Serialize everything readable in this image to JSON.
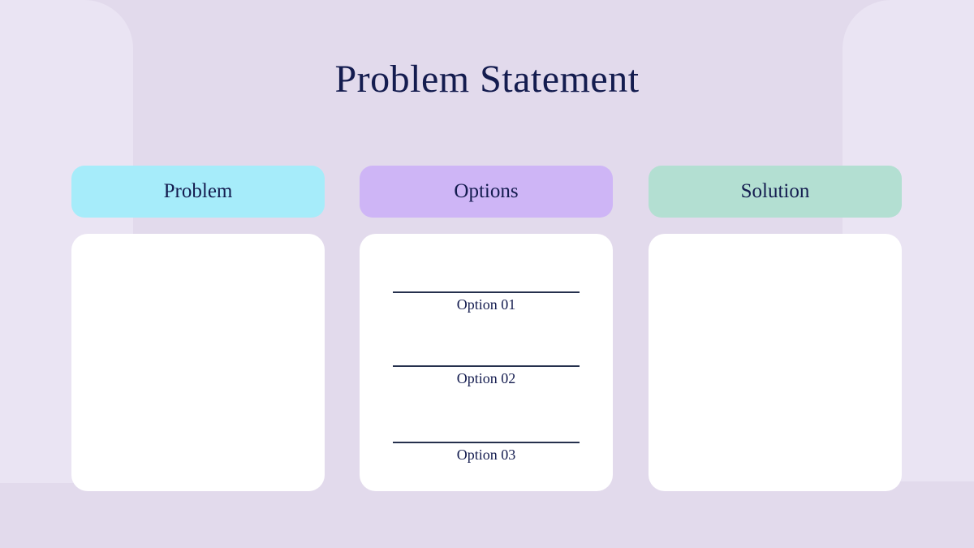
{
  "slide": {
    "title": "Problem Statement"
  },
  "columns": [
    {
      "name": "problem",
      "header_label": "Problem",
      "header_color": "#A6ECFA"
    },
    {
      "name": "options",
      "header_label": "Options",
      "header_color": "#CEB5F6",
      "options": [
        "Option 01",
        "Option 02",
        "Option 03"
      ]
    },
    {
      "name": "solution",
      "header_label": "Solution",
      "header_color": "#B3DFD2"
    }
  ],
  "colors": {
    "background": "#E2DAEC",
    "background_shape": "#EAE4F3",
    "card_background": "#FFFFFF",
    "text_navy": "#141C4F",
    "divider_line": "#25304D"
  }
}
